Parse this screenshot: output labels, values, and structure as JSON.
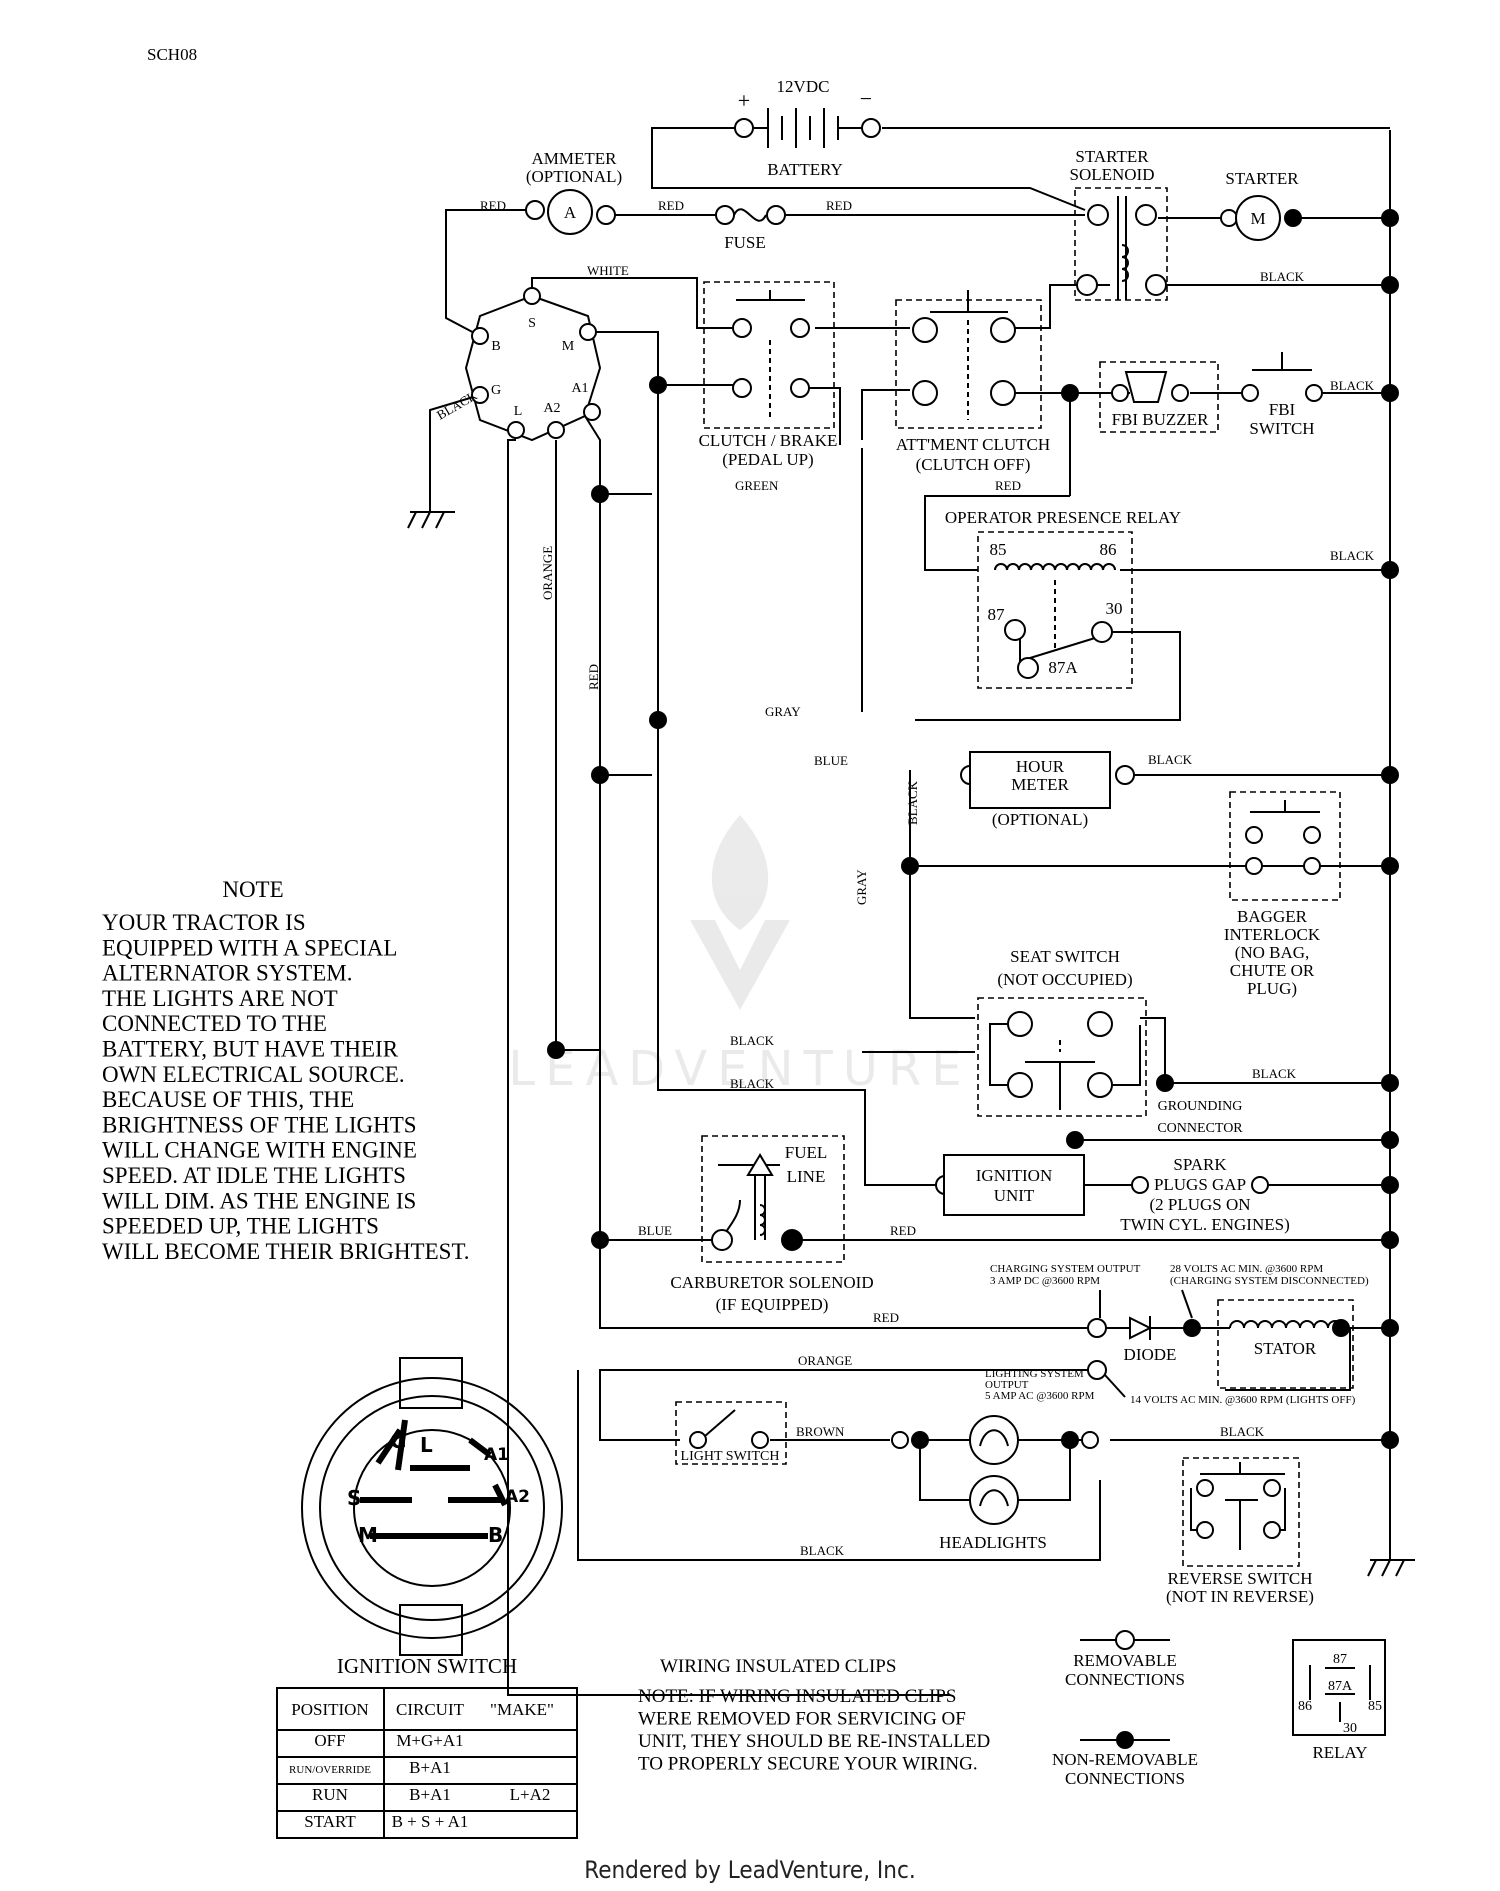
{
  "doc_id": "SCH08",
  "battery": {
    "voltage": "12VDC",
    "label": "BATTERY",
    "plus": "+",
    "minus": "−"
  },
  "ammeter": {
    "label": "AMMETER",
    "note": "(OPTIONAL)",
    "symbol": "A"
  },
  "fuse": "FUSE",
  "starter_solenoid": [
    "STARTER",
    "SOLENOID"
  ],
  "starter": {
    "label": "STARTER",
    "symbol": "M"
  },
  "ignition_terminals": [
    "S",
    "B",
    "M",
    "G",
    "L",
    "A2",
    "A1"
  ],
  "clutch_brake": [
    "CLUTCH / BRAKE",
    "(PEDAL UP)"
  ],
  "attment_clutch": [
    "ATT'MENT CLUTCH",
    "(CLUTCH OFF)"
  ],
  "fbi_buzzer": "FBI BUZZER",
  "fbi_switch": [
    "FBI",
    "SWITCH"
  ],
  "relay": {
    "title": "OPERATOR PRESENCE RELAY",
    "p85": "85",
    "p86": "86",
    "p87": "87",
    "p30": "30",
    "p87a": "87A"
  },
  "hour_meter": {
    "name": [
      "HOUR",
      "METER"
    ],
    "note": "(OPTIONAL)"
  },
  "bagger_interlock": [
    "BAGGER",
    "INTERLOCK",
    "(NO BAG,",
    "CHUTE OR",
    "PLUG)"
  ],
  "seat_switch": [
    "SEAT SWITCH",
    "(NOT OCCUPIED)"
  ],
  "grounding_connector": [
    "GROUNDING",
    "CONNECTOR"
  ],
  "fuel_line": [
    "FUEL",
    "LINE"
  ],
  "ignition_unit": [
    "IGNITION",
    "UNIT"
  ],
  "spark_plugs": [
    "SPARK",
    "PLUGS GAP",
    "(2 PLUGS ON",
    "TWIN CYL. ENGINES)"
  ],
  "carburetor_solenoid": [
    "CARBURETOR SOLENOID",
    "(IF EQUIPPED)"
  ],
  "charging_output": [
    "CHARGING SYSTEM OUTPUT",
    "3 AMP DC @3600 RPM"
  ],
  "stator_volts": [
    "28 VOLTS AC MIN. @3600 RPM",
    "(CHARGING SYSTEM DISCONNECTED)"
  ],
  "diode": "DIODE",
  "stator": "STATOR",
  "lighting_output": [
    "LIGHTING SYSTEM",
    "OUTPUT",
    "5 AMP AC @3600 RPM"
  ],
  "lights_off_volts": "14 VOLTS AC MIN. @3600 RPM (LIGHTS OFF)",
  "light_switch": "LIGHT SWITCH",
  "headlights": "HEADLIGHTS",
  "reverse_switch": [
    "REVERSE SWITCH",
    "(NOT IN REVERSE)"
  ],
  "wires": {
    "red": "RED",
    "white": "WHITE",
    "black": "BLACK",
    "green": "GREEN",
    "orange": "ORANGE",
    "gray": "GRAY",
    "blue": "BLUE",
    "brown": "BROWN"
  },
  "note": {
    "title": "NOTE",
    "lines": [
      "YOUR TRACTOR IS",
      "EQUIPPED WITH A SPECIAL",
      "ALTERNATOR SYSTEM.",
      "THE LIGHTS ARE NOT",
      "CONNECTED TO THE",
      "BATTERY, BUT HAVE THEIR",
      "OWN ELECTRICAL SOURCE.",
      "BECAUSE OF THIS, THE",
      "BRIGHTNESS OF THE LIGHTS",
      "WILL CHANGE WITH ENGINE",
      "SPEED.  AT IDLE THE LIGHTS",
      "WILL DIM.  AS THE ENGINE IS",
      "SPEEDED UP, THE LIGHTS",
      "WILL BECOME THEIR BRIGHTEST."
    ]
  },
  "ignition_switch_face": [
    "G",
    "L",
    "A1",
    "S",
    "A2",
    "M",
    "B"
  ],
  "ignition_table": {
    "title": "IGNITION SWITCH",
    "headers": [
      "POSITION",
      "CIRCUIT",
      "\"MAKE\""
    ],
    "rows": [
      [
        "OFF",
        "M+G+A1",
        ""
      ],
      [
        "RUN/OVERRIDE",
        "B+A1",
        ""
      ],
      [
        "RUN",
        "B+A1",
        "L+A2"
      ],
      [
        "START",
        "B + S + A1",
        ""
      ]
    ]
  },
  "clips_note": {
    "title": "WIRING INSULATED CLIPS",
    "lines": [
      "NOTE:  IF WIRING INSULATED CLIPS",
      "WERE REMOVED FOR SERVICING OF",
      "UNIT, THEY SHOULD BE RE-INSTALLED",
      "TO PROPERLY SECURE YOUR WIRING."
    ]
  },
  "legend": {
    "removable": [
      "REMOVABLE",
      "CONNECTIONS"
    ],
    "non_removable": [
      "NON-REMOVABLE",
      "CONNECTIONS"
    ],
    "relay_label": "RELAY",
    "relay_pins": [
      "87",
      "87A",
      "86",
      "85",
      "30"
    ]
  },
  "watermark": "LEADVENTURE",
  "footer": "Rendered by LeadVenture, Inc."
}
